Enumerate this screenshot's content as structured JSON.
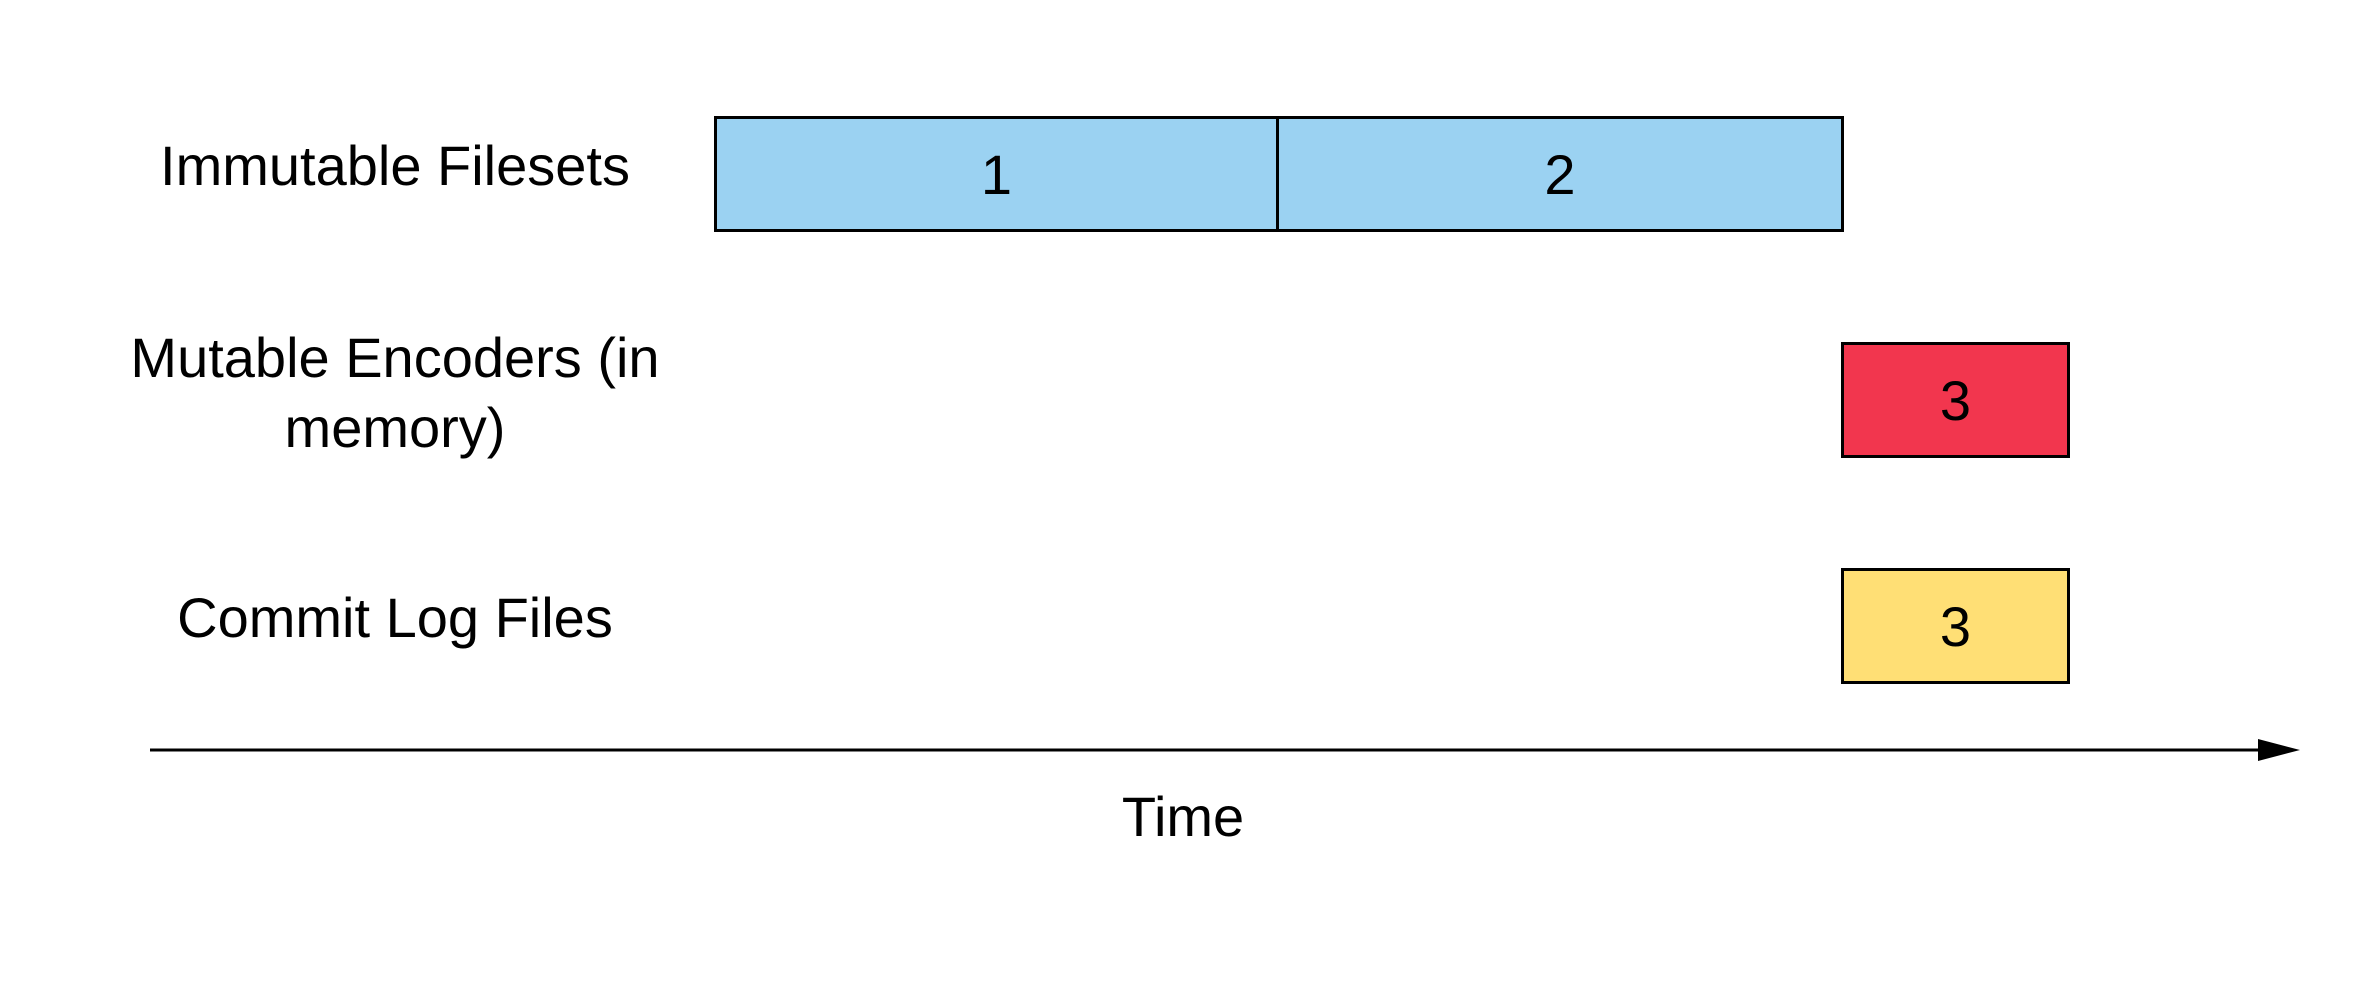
{
  "rows": [
    {
      "label": "Immutable Filesets",
      "blocks": [
        {
          "label": "1",
          "color": "#9bd2f2"
        },
        {
          "label": "2",
          "color": "#9bd2f2"
        }
      ]
    },
    {
      "label": "Mutable Encoders (in memory)",
      "blocks": [
        {
          "label": "3",
          "color": "#f2364e"
        }
      ]
    },
    {
      "label": "Commit Log Files",
      "blocks": [
        {
          "label": "3",
          "color": "#ffdf75"
        }
      ]
    }
  ],
  "axis": {
    "label": "Time",
    "direction": "right"
  },
  "colors": {
    "fileset_blue": "#9bd2f2",
    "encoder_red": "#f2364e",
    "commitlog_yellow": "#ffdf75",
    "outline": "#000000"
  }
}
